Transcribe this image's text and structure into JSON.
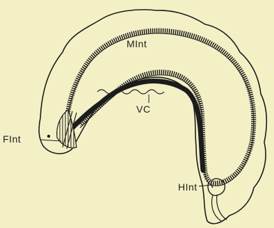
{
  "figure": {
    "background": "#f4f0c6",
    "ink": "#1c1c1c",
    "labels": {
      "mid": "MInt",
      "vessel": "VC",
      "fore": "FInt",
      "hind": "HInt"
    }
  }
}
